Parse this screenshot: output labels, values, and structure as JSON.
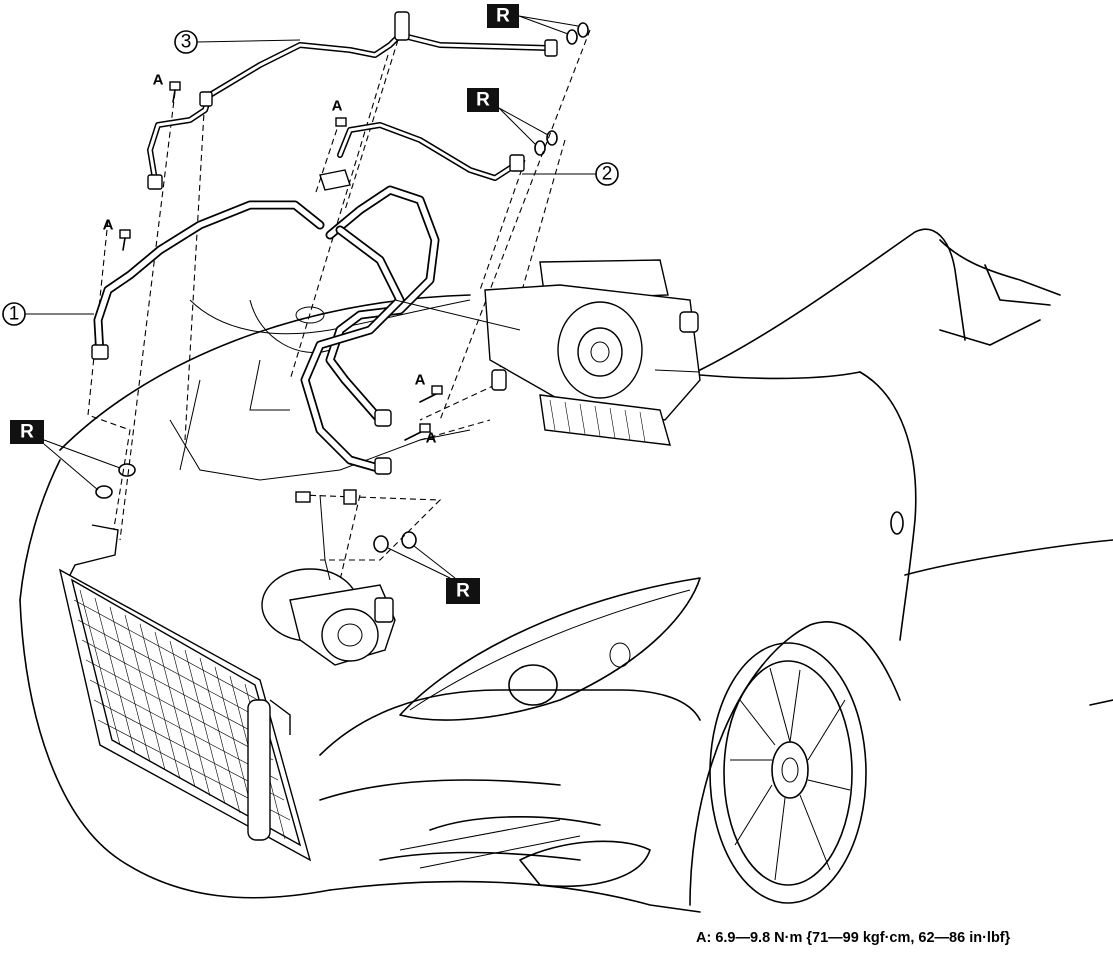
{
  "callouts": {
    "part_1": "1",
    "part_2": "2",
    "part_3": "3"
  },
  "bolt_label": "A",
  "replace_label": "R",
  "torque_note": "A: 6.9—9.8 N·m {71—99 kgf·cm, 62—86 in·lbf}"
}
